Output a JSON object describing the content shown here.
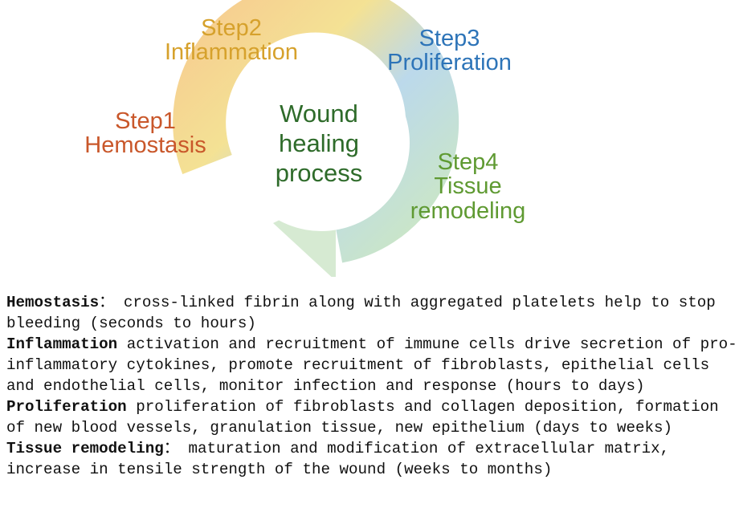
{
  "diagram": {
    "center_title": "Wound\nhealing\nprocess",
    "steps": [
      {
        "label": "Step1\nHemostasis",
        "color": "#c9572a"
      },
      {
        "label": "Step2\nInflammation",
        "color": "#d6a12c"
      },
      {
        "label": "Step3\nProliferation",
        "color": "#2d74b8"
      },
      {
        "label": "Step4\nTissue\nremodeling",
        "color": "#5f9a32"
      }
    ]
  },
  "descriptions": [
    {
      "term": "Hemostasis",
      "sep": "：",
      "text": " cross-linked fibrin along with aggregated platelets help to stop bleeding (seconds to hours)"
    },
    {
      "term": "Inflammation",
      "sep": "",
      "text": " activation and recruitment of immune cells drive secretion of pro-inflammatory cytokines, promote recruitment of fibroblasts, epithelial cells and endothelial cells, monitor infection and response (hours to days)"
    },
    {
      "term": "Proliferation",
      "sep": "",
      "text": " proliferation of fibroblasts and collagen deposition, formation of new blood vessels, granulation tissue, new epithelium (days to weeks)"
    },
    {
      "term": "Tissue remodeling",
      "sep": "：",
      "text": " maturation and modification of extracellular matrix, increase in tensile strength of the wound (weeks to months)"
    }
  ]
}
